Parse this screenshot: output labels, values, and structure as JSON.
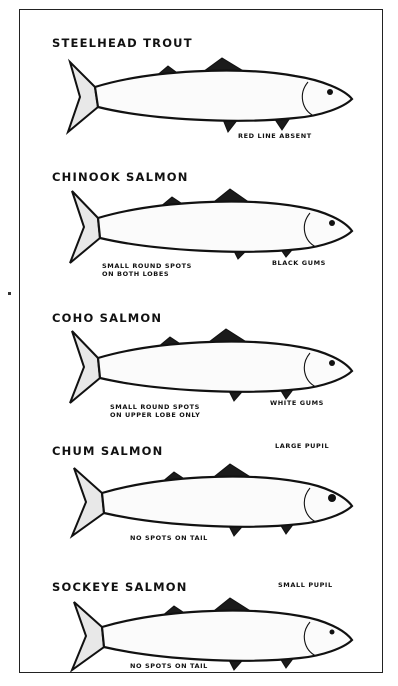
{
  "fishes": [
    {
      "name": "STEELHEAD TROUT",
      "notes": [
        "RED LINE ABSENT"
      ]
    },
    {
      "name": "CHINOOK SALMON",
      "notes": [
        "SMALL ROUND SPOTS",
        "ON BOTH LOBES",
        "BLACK GUMS"
      ]
    },
    {
      "name": "COHO SALMON",
      "notes": [
        "SMALL ROUND SPOTS",
        "ON UPPER LOBE ONLY",
        "WHITE GUMS"
      ]
    },
    {
      "name": "CHUM SALMON",
      "notes": [
        "LARGE PUPIL",
        "NO SPOTS ON TAIL"
      ]
    },
    {
      "name": "SOCKEYE SALMON",
      "notes": [
        "SMALL PUPIL",
        "NO SPOTS ON TAIL"
      ]
    }
  ]
}
